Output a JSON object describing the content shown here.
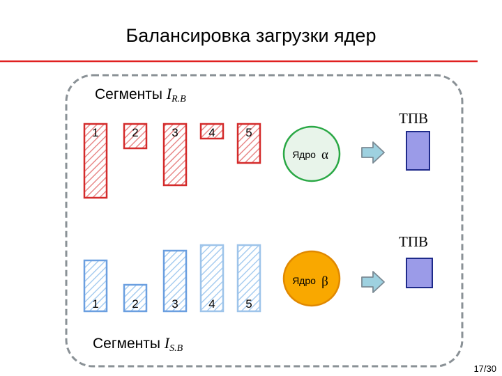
{
  "slide": {
    "title": "Балансировка загрузки ядер",
    "page_number": "17/30"
  },
  "colors": {
    "title_rule": "#e02020",
    "frame_dash": "#8a9196",
    "red_segment": "#d42b2b",
    "blue_segment": "#6b9fe0",
    "blue_segment_light": "#9ec4ea",
    "core_alpha_fill": "#e8f4ea",
    "core_alpha_stroke": "#2aa845",
    "core_beta_fill": "#f9a800",
    "core_beta_stroke": "#e08800",
    "arrow_fill": "#9ed1e0",
    "arrow_stroke": "#7b8a94",
    "tpv_fill": "#9b9be8",
    "tpv_stroke": "#1e2a8a"
  },
  "top_group": {
    "label_prefix": "Сегменты ",
    "label_math_base": "I",
    "label_math_sub": "R.B",
    "segments": [
      {
        "label": "1",
        "level": 1.0
      },
      {
        "label": "2",
        "level": 0.33
      },
      {
        "label": "3",
        "level": 0.83
      },
      {
        "label": "4",
        "level": 0.2
      },
      {
        "label": "5",
        "level": 0.53
      }
    ],
    "core": {
      "label": "Ядро",
      "symbol": "α"
    },
    "tpv_label": "ТПВ"
  },
  "bottom_group": {
    "label_prefix": "Сегменты ",
    "label_math_base": "I",
    "label_math_sub": "S.B",
    "segments": [
      {
        "label": "1",
        "level": 0.77
      },
      {
        "label": "2",
        "level": 0.4
      },
      {
        "label": "3",
        "level": 0.92
      },
      {
        "label": "4",
        "level": 1.0
      },
      {
        "label": "5",
        "level": 1.0
      }
    ],
    "core": {
      "label": "Ядро",
      "symbol": "β"
    },
    "tpv_label": "ТПВ"
  }
}
